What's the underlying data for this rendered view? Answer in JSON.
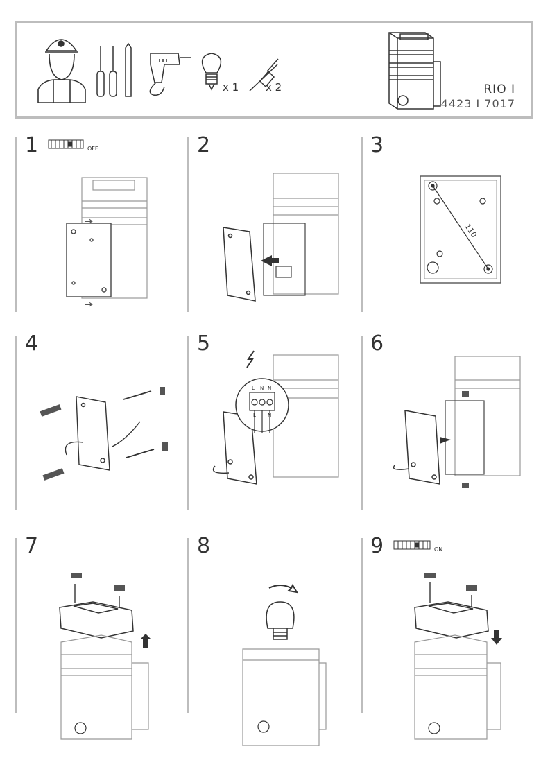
{
  "product": {
    "model_name": "RIO I",
    "model_code": "4423 I 7017"
  },
  "tools": {
    "icons": [
      "technician-icon",
      "screwdriver-icon",
      "pencil-icon",
      "drill-icon",
      "bulb-icon",
      "anchor-screw-icon"
    ],
    "bulb_qty": "x 1",
    "anchor_qty": "x 2"
  },
  "steps": [
    {
      "number": "1",
      "switch_label": "OFF"
    },
    {
      "number": "2"
    },
    {
      "number": "3",
      "drill_distance": "110"
    },
    {
      "number": "4"
    },
    {
      "number": "5",
      "terminal_top": [
        "L",
        "N",
        "N"
      ],
      "terminal_bottom": [
        "L",
        "N"
      ]
    },
    {
      "number": "6"
    },
    {
      "number": "7"
    },
    {
      "number": "8"
    },
    {
      "number": "9",
      "switch_label": "ON"
    }
  ]
}
